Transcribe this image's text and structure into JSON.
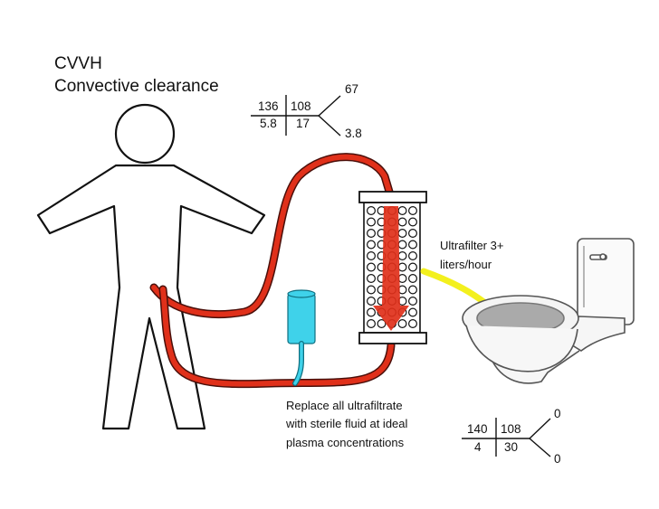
{
  "title": {
    "line1": "CVVH",
    "line2": "Convective clearance"
  },
  "labs_top": {
    "na": "136",
    "cl": "108",
    "k": "5.8",
    "hco3": "17",
    "bun": "67",
    "creatinine": "3.8"
  },
  "ultrafilter_label": {
    "line1": "Ultrafilter 3+",
    "line2": "liters/hour"
  },
  "replace_label": {
    "line1": "Replace all ultrafiltrate",
    "line2": "with sterile fluid at ideal",
    "line3": "plasma concentrations"
  },
  "labs_bottom": {
    "na": "140",
    "cl": "108",
    "k": "4",
    "hco3": "30",
    "bun": "0",
    "creatinine": "0"
  },
  "colors": {
    "blood": "#e0301a",
    "tubing_outline": "#4a0f0a",
    "replacement_fluid": "#3fd2ea",
    "ultrafiltrate_arrow": "#f3f01e"
  },
  "icons": [
    "person-figure-icon",
    "hemofilter-icon",
    "replacement-bag-icon",
    "toilet-icon"
  ]
}
